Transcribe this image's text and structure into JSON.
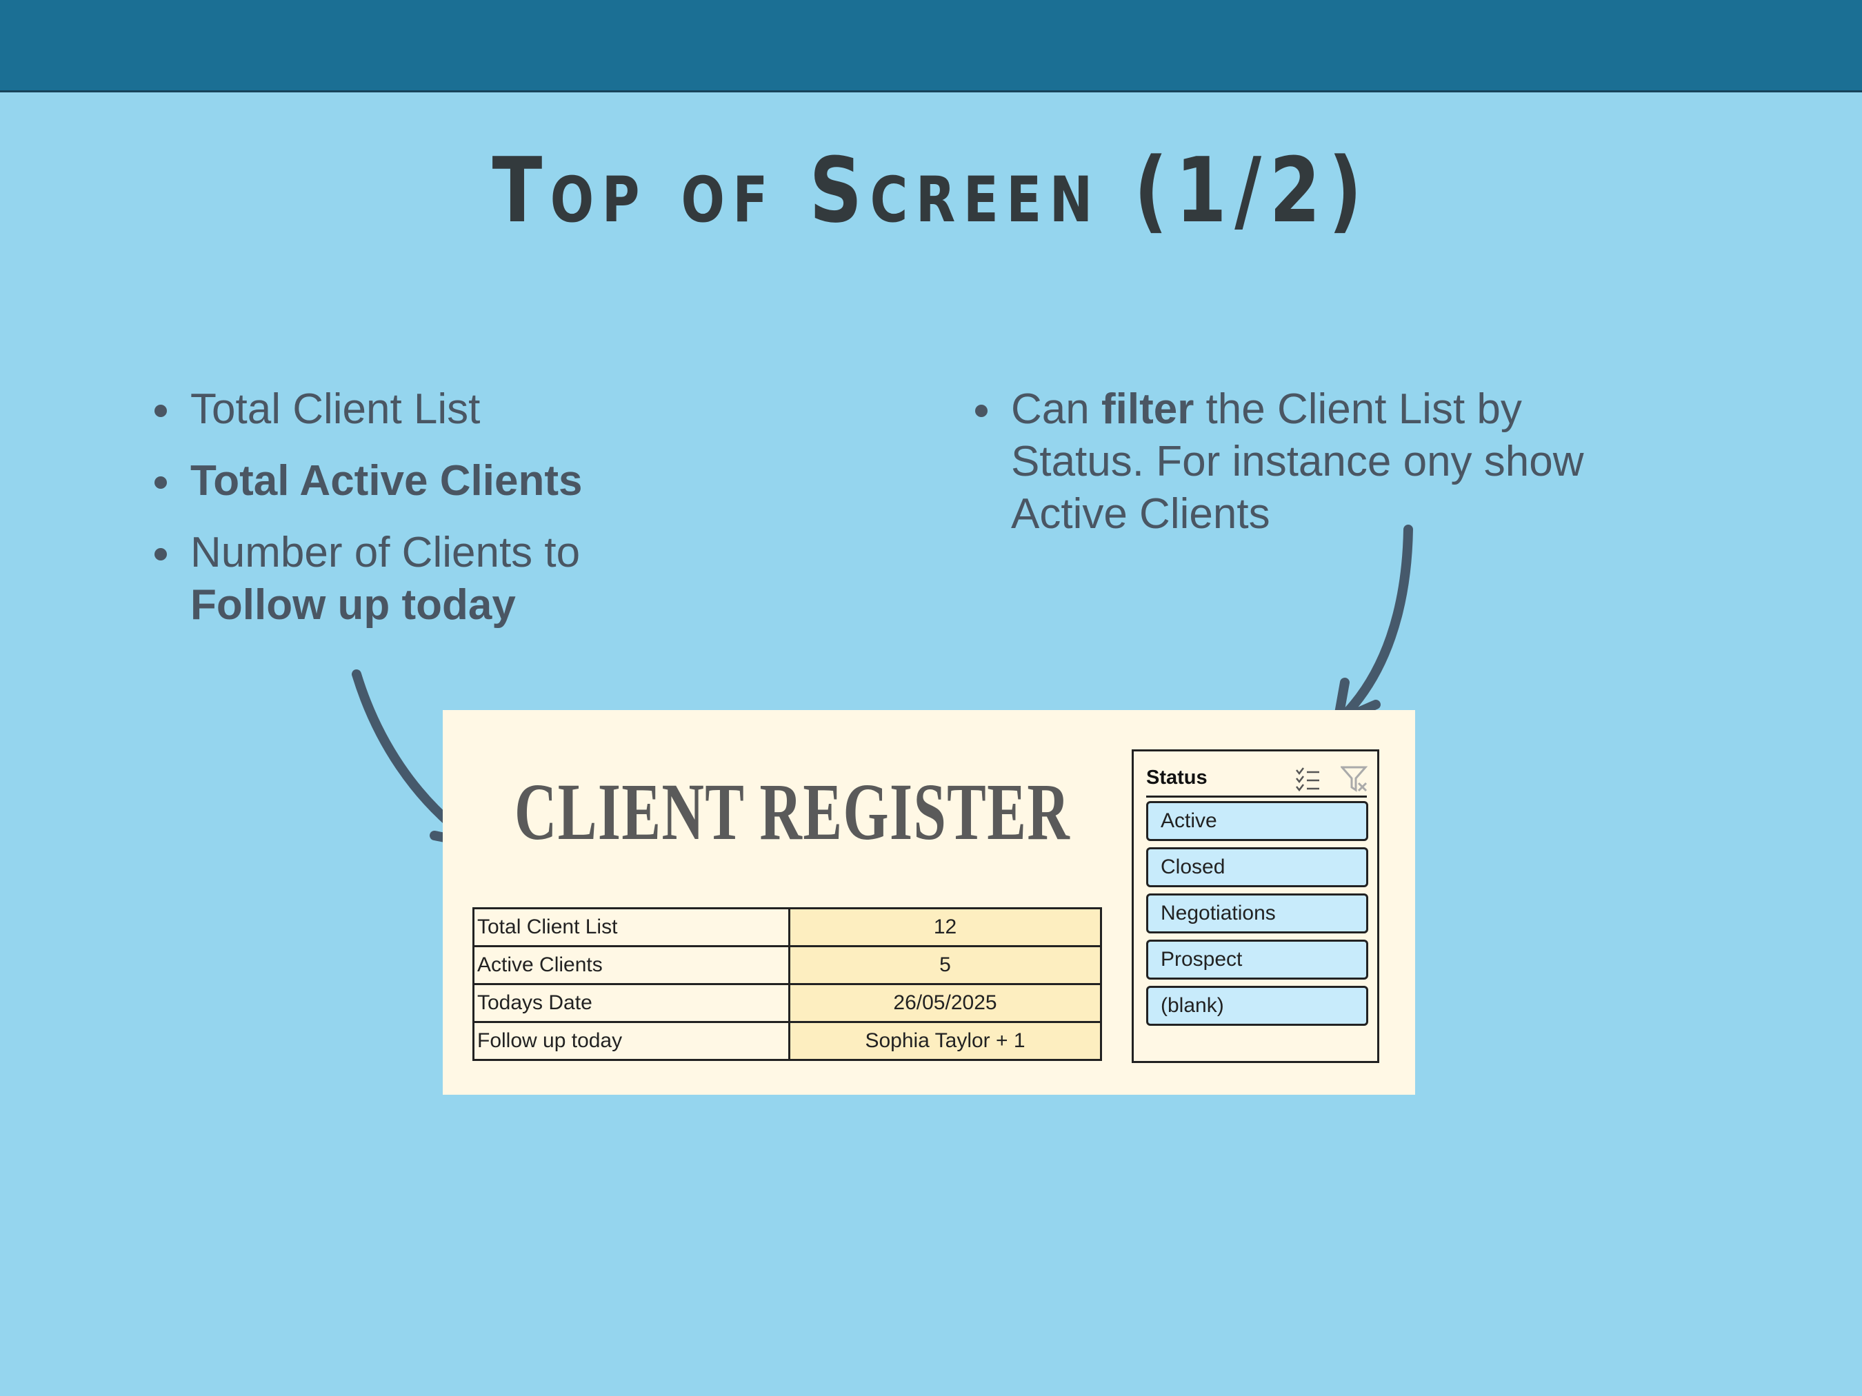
{
  "page_title": "Top of Screen (1/2)",
  "left_bullets": {
    "item1": "Total Client List",
    "item2": "Total Active Clients",
    "item3_prefix": "Number of Clients to",
    "item3_bold": "Follow up today"
  },
  "right_bullet": {
    "prefix": "Can ",
    "bold": "filter",
    "rest": " the Client List by Status. For instance ony show Active Clients"
  },
  "register": {
    "title": "CLIENT REGISTER",
    "rows": [
      {
        "label": "Total Client List",
        "value": "12"
      },
      {
        "label": "Active Clients",
        "value": "5"
      },
      {
        "label": "Todays Date",
        "value": "26/05/2025"
      },
      {
        "label": "Follow up today",
        "value": "Sophia Taylor + 1"
      }
    ]
  },
  "slicer": {
    "title": "Status",
    "items": [
      "Active",
      "Closed",
      "Negotiations",
      "Prospect",
      "(blank)"
    ],
    "icons": [
      "multi-select-icon",
      "clear-filter-icon"
    ]
  },
  "colors": {
    "topbar": "#1b6f94",
    "background": "#95d5ee",
    "card": "#fff8e5",
    "value_cell": "#fdeec0",
    "slicer_item": "#c8ebfb"
  }
}
